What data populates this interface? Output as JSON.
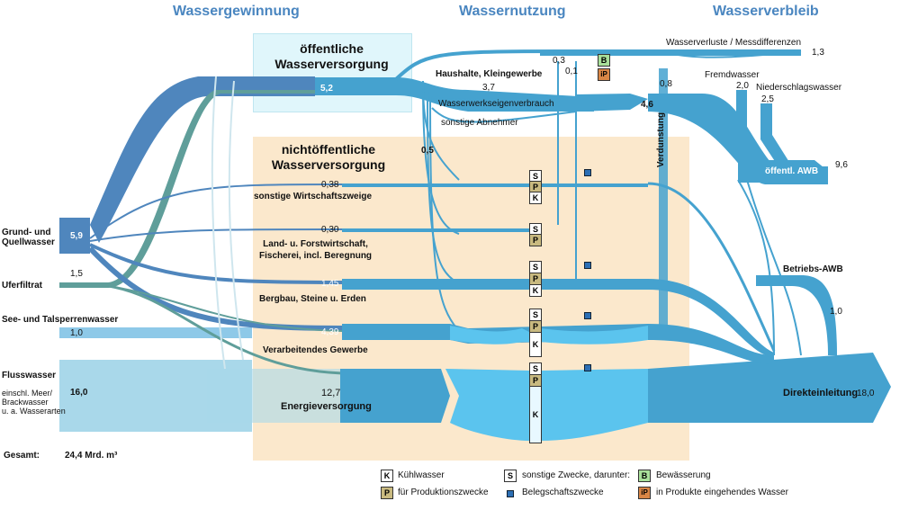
{
  "headers": {
    "left": "Wassergewinnung",
    "middle": "Wassernutzung",
    "right": "Wasserverbleib"
  },
  "sources": {
    "ground": {
      "label": "Grund- und\nQuellwasser",
      "value": "5,9"
    },
    "bank": {
      "label": "Uferfiltrat",
      "value": "1,5"
    },
    "lake": {
      "label": "See- und Talsperrenwasser",
      "value": "1,0"
    },
    "river": {
      "label": "Flusswasser",
      "sublabel": "einschl. Meer/\nBrackwasser\nu. a. Wasserarten",
      "value": "16,0"
    }
  },
  "total": {
    "label": "Gesamt:",
    "value": "24,4 Mrd. m³"
  },
  "public_supply": {
    "title": "öffentliche\nWasserversorgung",
    "value": "5,2"
  },
  "nonpublic_supply": {
    "title": "nichtöffentliche\nWasserversorgung",
    "value": "0,5"
  },
  "sectors": [
    {
      "label": "sonstige Wirtschaftszweige",
      "value": "0,38"
    },
    {
      "label": "Land- u. Forstwirtschaft,\nFischerei, incl. Beregnung",
      "value": "0,30"
    },
    {
      "label": "Bergbau, Steine u. Erden",
      "value": "1,45"
    },
    {
      "label": "Verarbeitendes Gewerbe",
      "value": "4,39"
    },
    {
      "label": "Energieversorgung",
      "value": "12,7"
    }
  ],
  "public_users": {
    "households": {
      "label": "Haushalte, Kleingewerbe",
      "value": "3,7"
    },
    "own_use": {
      "label": "Wasserwerkseigenverbrauch"
    },
    "other": {
      "label": "sonstige Abnehmer"
    },
    "combined": "4,6"
  },
  "small_values": {
    "b": "0,3",
    "ip": "0,1",
    "loss_in": "0,8"
  },
  "destinations": {
    "losses": {
      "label": "Wasserverluste / Messdifferenzen",
      "value": "1,3"
    },
    "foreign": {
      "label": "Fremdwasser",
      "value": "2,0"
    },
    "rain": {
      "label": "Niederschlagswasser",
      "value": "2,5"
    },
    "public_wwtp": {
      "label": "öffentl. AWB",
      "value": "9,6"
    },
    "evaporation": {
      "label": "Verdunstung"
    },
    "company_wwtp": {
      "label": "Betriebs-AWB",
      "value": "1,0"
    },
    "direct": {
      "label": "Direkteinleitung",
      "value": "18,0"
    }
  },
  "legend": [
    {
      "code": "K",
      "label": "Kühlwasser"
    },
    {
      "code": "S",
      "label": "sonstige Zwecke, darunter:"
    },
    {
      "code": "B",
      "label": "Bewässerung"
    },
    {
      "code": "P",
      "label": "für Produktionszwecke"
    },
    {
      "code": "dot",
      "label": "Belegschaftszwecke"
    },
    {
      "code": "iP",
      "label": "in Produkte eingehendes Wasser"
    }
  ],
  "colors": {
    "header": "#4a86c0",
    "ground": "#4f86bd",
    "bank": "#5f9e9a",
    "lake": "#8ec9e8",
    "river": "#a9d8ea",
    "mid": "#45a2cf",
    "light": "#5bc4ee",
    "public_box": "#e0f6fb",
    "nonpublic_box": "#fbe8cc",
    "B_box": "#a9e09a",
    "ip_box": "#d98646",
    "P_box": "#c9ba80"
  }
}
